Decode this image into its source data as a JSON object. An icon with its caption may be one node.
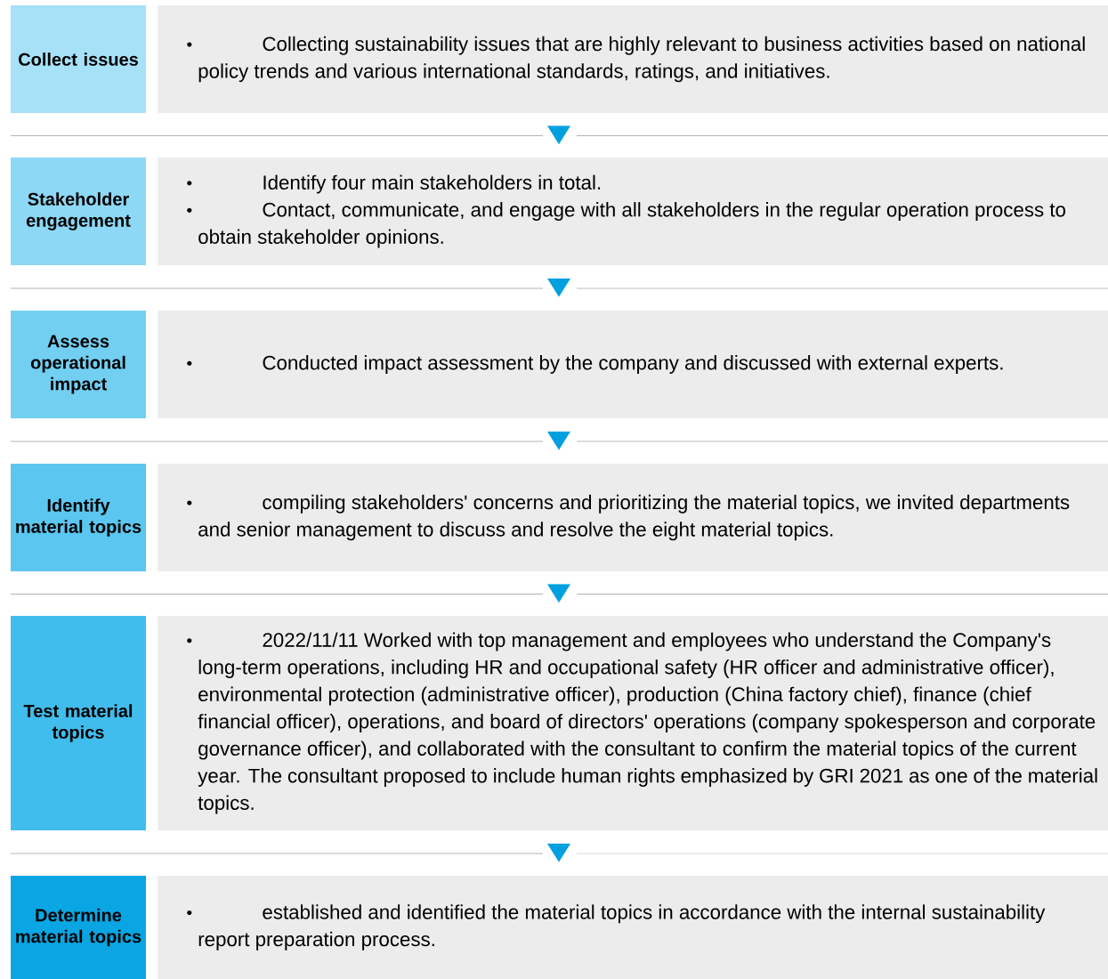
{
  "diagram": {
    "nodes": [
      {
        "text": [
          "Collect issues"
        ]
      },
      {
        "text": [
          "Collecting sustainability issues that are highly relevant to business activities based on national policy trends and various international standards, ratings, and initiatives."
        ]
      },
      {
        "text": [
          "Stakeholder engagement"
        ]
      },
      {
        "text": [
          "Identify four main stakeholders in total.",
          "Contact, communicate, and engage with all stakeholders in the regular operation process to obtain stakeholder opinions."
        ]
      },
      {
        "text": [
          "Assess operational impact"
        ]
      },
      {
        "text": [
          "Conducted impact assessment by the company and discussed with external experts."
        ]
      },
      {
        "text": [
          "Identify material topics"
        ]
      },
      {
        "text": [
          "compiling stakeholders' concerns and prioritizing the material topics, we invited departments and senior management to discuss and resolve the eight material topics."
        ]
      },
      {
        "text": [
          "Test material topics"
        ]
      },
      {
        "text": [
          "2022/11/11 Worked with top management and employees who understand the Company's long-term operations, including HR and occupational safety (HR officer and administrative officer), environmental protection (administrative officer), production (China factory chief), finance (chief financial officer), operations, and board of directors' operations (company spokesperson and corporate governance officer), and collaborated with the consultant to confirm the material topics of the current year. The consultant proposed to include human rights emphasized by GRI 2021 as one of the material topics."
        ]
      },
      {
        "text": [
          "Determine material topics"
        ]
      },
      {
        "text": [
          "established and identified the material topics in accordance with the internal sustainability report preparation process."
        ]
      }
    ],
    "edges": [
      {
        "from": 1,
        "to": 3,
        "arrow": "to"
      },
      {
        "from": 3,
        "to": 5,
        "arrow": "to"
      },
      {
        "from": 5,
        "to": 7,
        "arrow": "to"
      },
      {
        "from": 7,
        "to": 9,
        "arrow": "to"
      },
      {
        "from": 9,
        "to": 11,
        "arrow": "to"
      }
    ]
  }
}
